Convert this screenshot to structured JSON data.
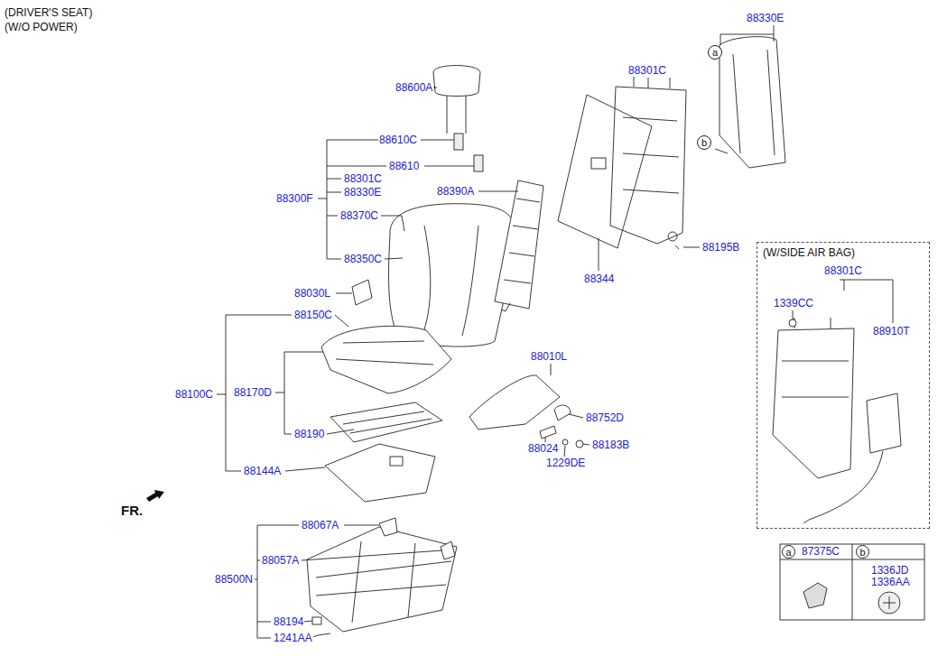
{
  "diagram": {
    "nodes": [
      {
        "text": [
          "(W/SIDE AIR BAG)"
        ]
      },
      {
        "text": [
          "a"
        ]
      },
      {
        "text": [
          "b"
        ]
      },
      {
        "text": [
          "a"
        ]
      },
      {
        "text": [
          "b"
        ]
      }
    ],
    "labels": [
      "(DRIVER'S SEAT)",
      "(W/O POWER)",
      "88330E",
      "88301C",
      "88600A",
      "88610C",
      "88610",
      "88301C",
      "88330E",
      "88300F",
      "88390A",
      "88370C",
      "88195B",
      "88350C",
      "88301C",
      "1339CC",
      "88910T",
      "88344",
      "88030L",
      "88150C",
      "88010L",
      "88100C",
      "88170D",
      "88752D",
      "88190",
      "88024",
      "88183B",
      "1229DE",
      "88144A",
      "FR.",
      "88067A",
      "88057A",
      "88500N",
      "88194",
      "1241AA",
      "87375C",
      "1336JD",
      "1336AA"
    ]
  }
}
